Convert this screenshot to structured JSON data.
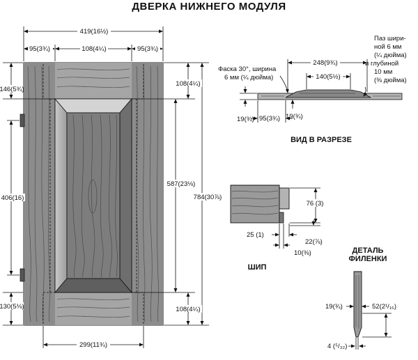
{
  "title": "ДВЕРКА НИЖНЕГО МОДУЛЯ",
  "front_view": {
    "overall_width": "419(16½)",
    "stile_left": "95(3¾)",
    "panel_top_width": "108(4¼)",
    "stile_right": "95(3¾)",
    "top_rail": "146(5¾)",
    "hinge_span": "406(16)",
    "bottom_rail": "130(5⅛)",
    "top_offset": "108(4¼)",
    "panel_height": "587(23⅛)",
    "overall_height": "784(30⅞)",
    "bottom_offset": "108(4¼)",
    "bottom_width": "299(11¾)"
  },
  "section": {
    "heading": "ВИД В РАЗРЕЗЕ",
    "chamfer_note": [
      "Фаска 30°, ширина",
      "6 мм (¼ дюйма)"
    ],
    "groove_note": [
      "Паз шири-",
      "ной 6 мм",
      "(¼ дюйма)",
      "и глубиной",
      "10 мм",
      "(⅜ дюйма)"
    ],
    "width_total": "248(9¾)",
    "width_panel": "140(5½)",
    "thick_left": "19(¾)",
    "stile": "95(3¾)",
    "thick_mid": "19(¾)"
  },
  "tenon": {
    "heading": "ШИП",
    "height": "76 (3)",
    "length": "25 (1)",
    "shoulder": "22(⅞)",
    "thickness": "10(⅜)"
  },
  "panel_detail": {
    "heading": [
      "ДЕТАЛЬ",
      "ФИЛЕНКИ"
    ],
    "thickness": "19(¾)",
    "bevel": "52(2¹/₁₆)",
    "edge": "4 (⁵/₃₂)"
  }
}
